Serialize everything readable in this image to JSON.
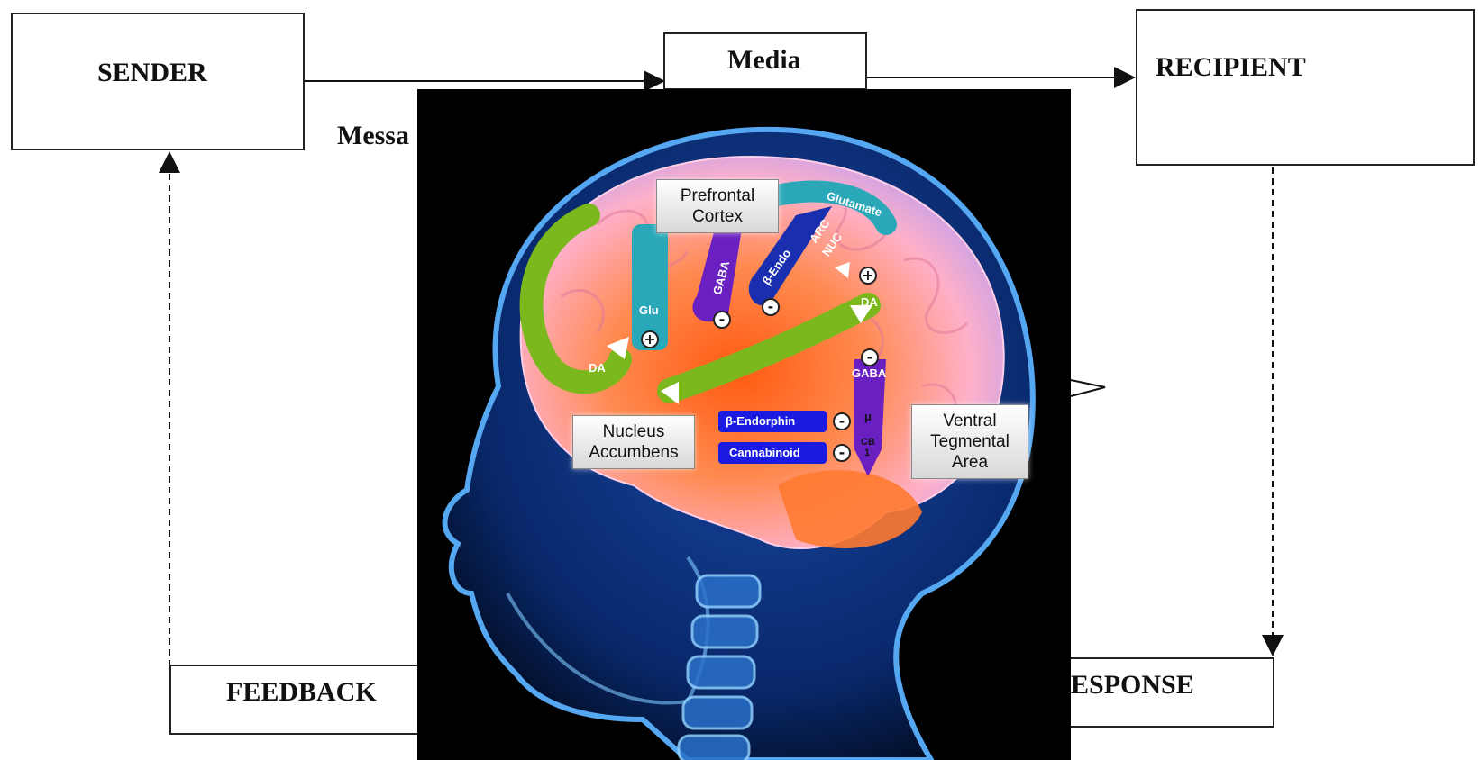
{
  "flow": {
    "sender": "SENDER",
    "media": "Media",
    "recipient": "RECIPIENT",
    "message": "Messa",
    "feedback": "FEEDBACK",
    "response": "ESPONSE"
  },
  "brain": {
    "prefrontal_cortex": [
      "Prefrontal",
      "Cortex"
    ],
    "nucleus_accumbens": [
      "Nucleus",
      "Accumbens"
    ],
    "ventral_tegmental_area": [
      "Ventral",
      "Tegmental",
      "Area"
    ],
    "glutamate": "Glutamate",
    "glu": "Glu",
    "gaba_top": "GABA",
    "beta_endo": "β-Endo",
    "arc_nuc": [
      "ARC",
      "NUC"
    ],
    "da_left": "DA",
    "da_right": "DA",
    "gaba_vta": "GABA",
    "beta_endorphin": "β-Endorphin",
    "cannabinoid": "Cannabinoid",
    "mu": "μ",
    "cb1": [
      "CB",
      "1"
    ],
    "plus": "+",
    "minus": "-"
  },
  "colors": {
    "glutamate": "#2aa8b8",
    "gaba": "#6a1fc0",
    "beta_endo": "#1a2fb0",
    "dopamine": "#7ab81e",
    "receptor_blue": "#1a1ae0"
  }
}
